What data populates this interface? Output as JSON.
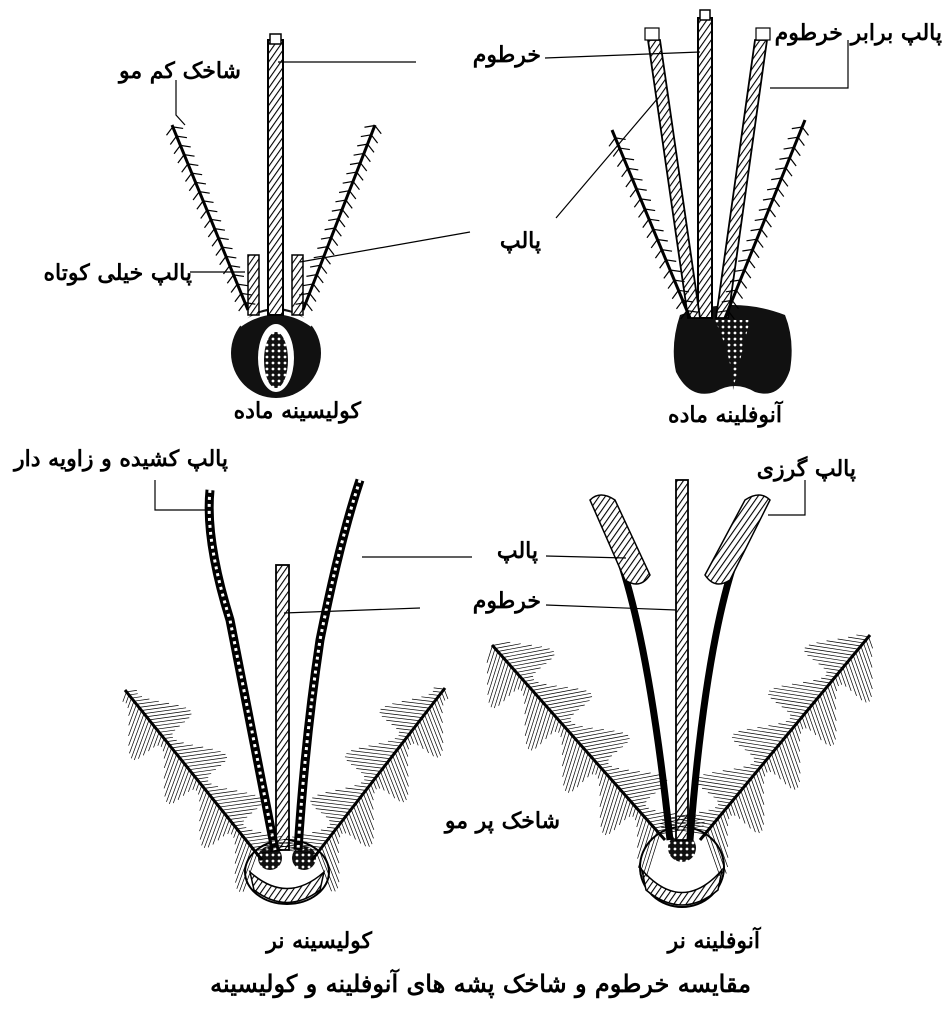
{
  "figure": {
    "title": "مقایسه خرطوم و شاخک پشه های آنوفلینه و کولیسینه"
  },
  "panels": [
    {
      "id": "culicine-female",
      "caption": "کولیسینه ماده",
      "labels": [
        "شاخک کم مو",
        "پالپ خیلی کوتاه"
      ]
    },
    {
      "id": "anopheline-female",
      "caption": "آنوفلینه ماده",
      "labels": [
        "خرطوم",
        "پالپ برابر خرطوم",
        "پالپ"
      ]
    },
    {
      "id": "culicine-male",
      "caption": "کولیسینه نر",
      "labels": [
        "پالپ کشیده و زاویه دار"
      ]
    },
    {
      "id": "anopheline-male",
      "caption": "آنوفلینه نر",
      "labels": [
        "پالپ گرزی",
        "پالپ",
        "خرطوم",
        "شاخک پر مو"
      ]
    }
  ]
}
